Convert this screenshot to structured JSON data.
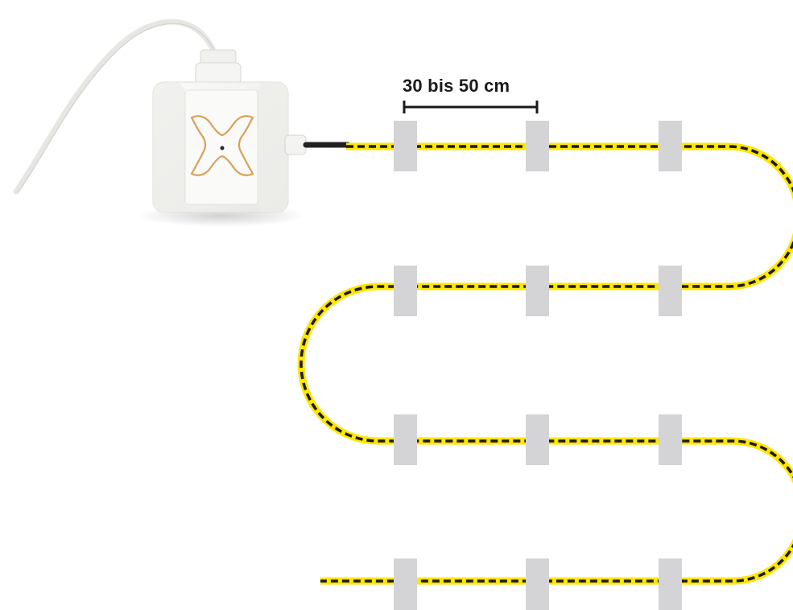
{
  "spacing_label": "30 bis 50 cm",
  "colors": {
    "cable": "#ffe600",
    "cable_dash": "#1a1a1a",
    "clip": "#d4d4d6",
    "device": "#f3f3f1",
    "logo": "#d9a15a"
  },
  "icons": {
    "device": "heating-cable-controller-box",
    "logo": "x-logo"
  }
}
